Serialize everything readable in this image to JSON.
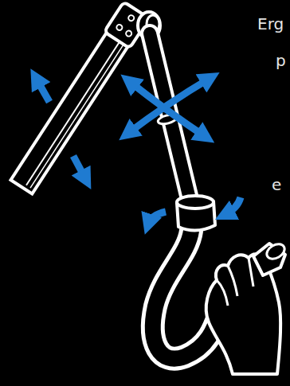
{
  "diagram": {
    "labels": [
      "Erg",
      "p",
      "e"
    ]
  }
}
